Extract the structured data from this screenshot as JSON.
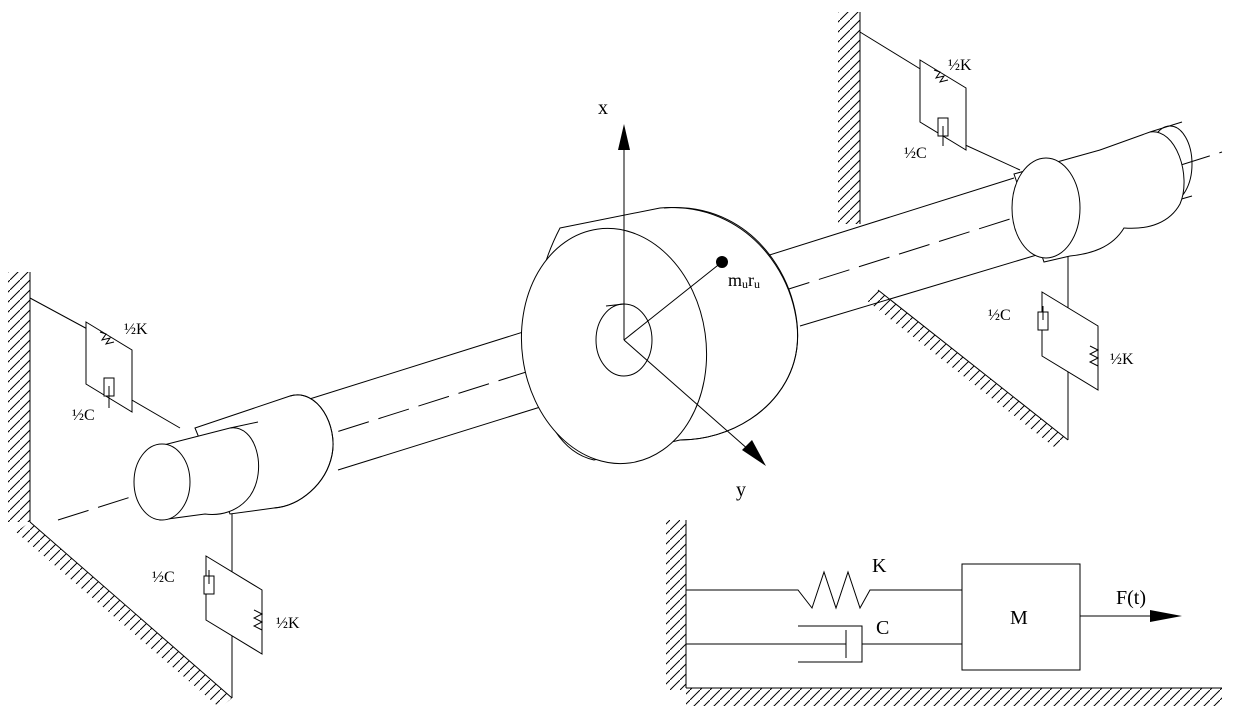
{
  "axes": {
    "x": "x",
    "y": "y"
  },
  "unbalance_label": {
    "m": "m",
    "m_sub": "u",
    "r": "r",
    "r_sub": "u"
  },
  "support_labels": {
    "left_upper": {
      "spring": "½K",
      "damper": "½C"
    },
    "left_lower": {
      "spring": "½K",
      "damper": "½C"
    },
    "right_upper": {
      "spring": "½K",
      "damper": "½C"
    },
    "right_lower": {
      "spring": "½K",
      "damper": "½C"
    }
  },
  "model": {
    "spring": "K",
    "damper": "C",
    "mass": "M",
    "force": "F(t)"
  },
  "colors": {
    "ink": "#000000",
    "paper": "#ffffff"
  }
}
